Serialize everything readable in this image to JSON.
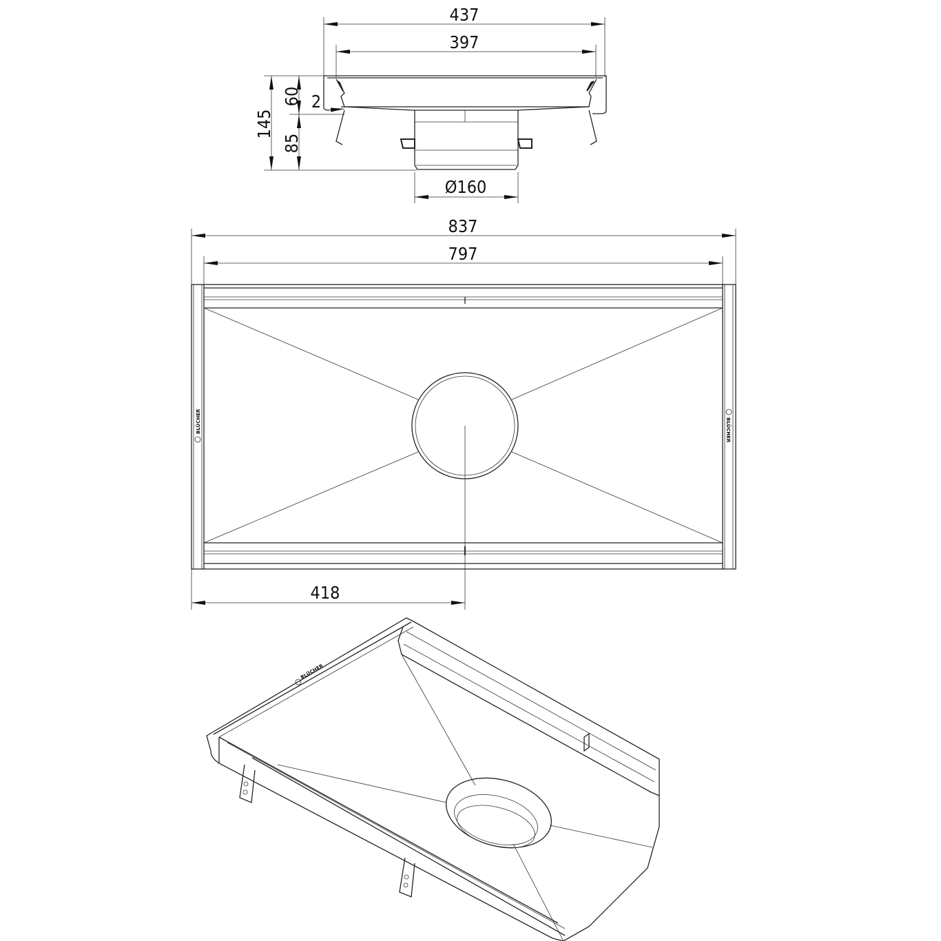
{
  "drawing": {
    "section_view": {
      "dim_total_width": "437",
      "dim_inner_width": "397",
      "dim_height_total": "145",
      "dim_height_upper": "60",
      "dim_height_lower": "85",
      "dim_slope": "2",
      "dim_outlet_diameter": "Ø160"
    },
    "plan_view": {
      "dim_total_length": "837",
      "dim_inner_length": "797",
      "dim_center_offset": "418",
      "logo_text": "BLÜCHER"
    },
    "iso_view": {
      "logo_text": "BLÜCHER"
    }
  }
}
